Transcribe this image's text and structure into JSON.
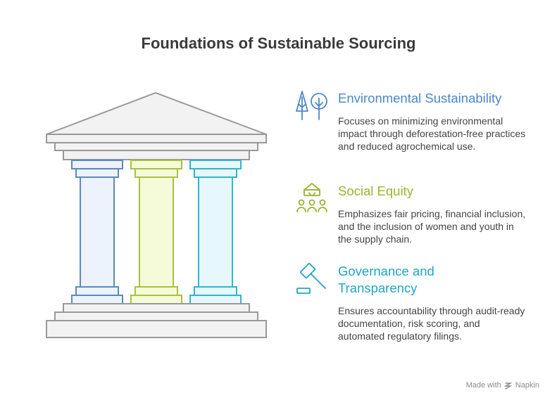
{
  "title": "Foundations of Sustainable Sourcing",
  "items": [
    {
      "heading": "Environmental Sustainability",
      "description": "Focuses on minimizing environmental impact through deforestation-free practices and reduced agrochemical use.",
      "color": "#4a88c9",
      "icon": "trees-icon"
    },
    {
      "heading": "Social Equity",
      "description": "Emphasizes fair pricing, financial inclusion, and the inclusion of women and youth in the supply chain.",
      "color": "#9bb333",
      "icon": "community-icon"
    },
    {
      "heading": "Governance and Transparency",
      "description": "Ensures accountability through audit-ready documentation, risk scoring, and automated regulatory filings.",
      "color": "#1fa6c6",
      "icon": "gavel-icon"
    }
  ],
  "temple": {
    "roof_color": "#f2f2f2",
    "stroke_color": "#999999",
    "pillars": [
      {
        "fill": "#edf3fc",
        "stroke": "#5b89bd"
      },
      {
        "fill": "#f5fbd9",
        "stroke": "#a8c23d"
      },
      {
        "fill": "#e6f8fb",
        "stroke": "#33b5cc"
      }
    ]
  },
  "footer": {
    "made_with": "Made with",
    "brand": "Napkin",
    "logo": "napkin-logo-icon"
  }
}
